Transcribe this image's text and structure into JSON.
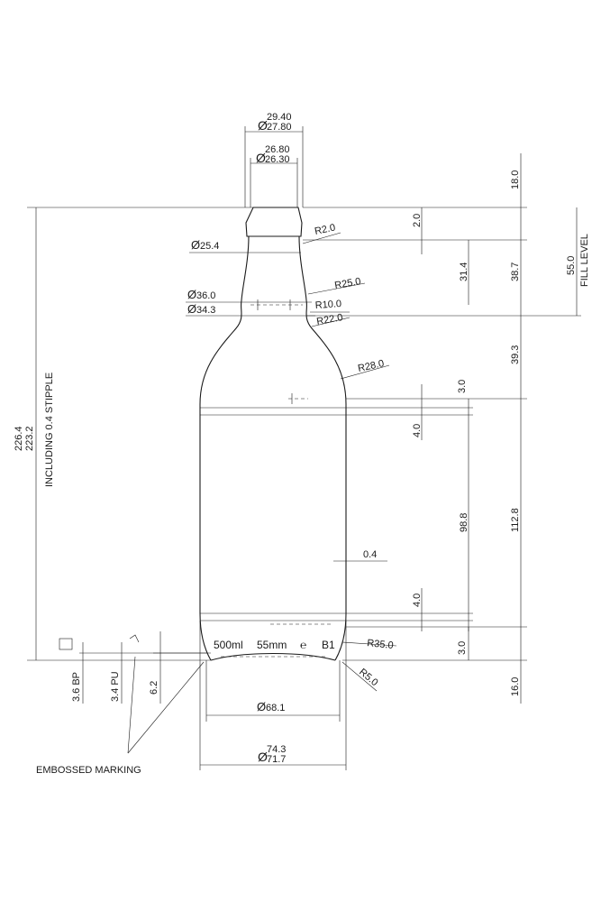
{
  "neck_finish": {
    "outer_upper": "29.40",
    "outer_lower": "27.80",
    "bore_upper": "26.80",
    "bore_lower": "26.30",
    "neck_dia": "25.4"
  },
  "diameters": {
    "shoulder_upper": "36.0",
    "shoulder_lower": "34.3",
    "base_ring": "68.1",
    "body_upper": "74.3",
    "body_lower": "71.7",
    "diameter_symbol": "Ø"
  },
  "radii": {
    "r_neck": "R2.0",
    "r_upper_shoulder": "R25.0",
    "r_bead": "R10.0",
    "r_lower_bead": "R22.0",
    "r_shoulder": "R28.0",
    "r_heel": "R35.0",
    "r_base": "R5.0"
  },
  "right_dims": {
    "lip_2": "2.0",
    "neck_31": "31.4",
    "top_18": "18.0",
    "upper_38": "38.7",
    "fill_55": "55.0",
    "fill_label": "FILL LEVEL",
    "shoulder_39": "39.3",
    "label_top_3": "3.0",
    "label_band_4_top": "4.0",
    "label_98": "98.8",
    "label_112": "112.8",
    "label_band_4_bottom": "4.0",
    "bottom_3": "3.0",
    "bottom_16": "16.0",
    "wall_04": "0.4"
  },
  "left_dims": {
    "height_upper": "226.4",
    "height_lower": "223.2",
    "stipple_note": "INCLUDING 0.4 STIPPLE",
    "bp": "3.6 BP",
    "pu": "3.4 PU",
    "base_6": "6.2",
    "embossed_note": "EMBOSSED MARKING"
  },
  "heel_marking": {
    "volume": "500ml",
    "finish": "55mm",
    "estimated": "℮",
    "mould": "B1"
  }
}
